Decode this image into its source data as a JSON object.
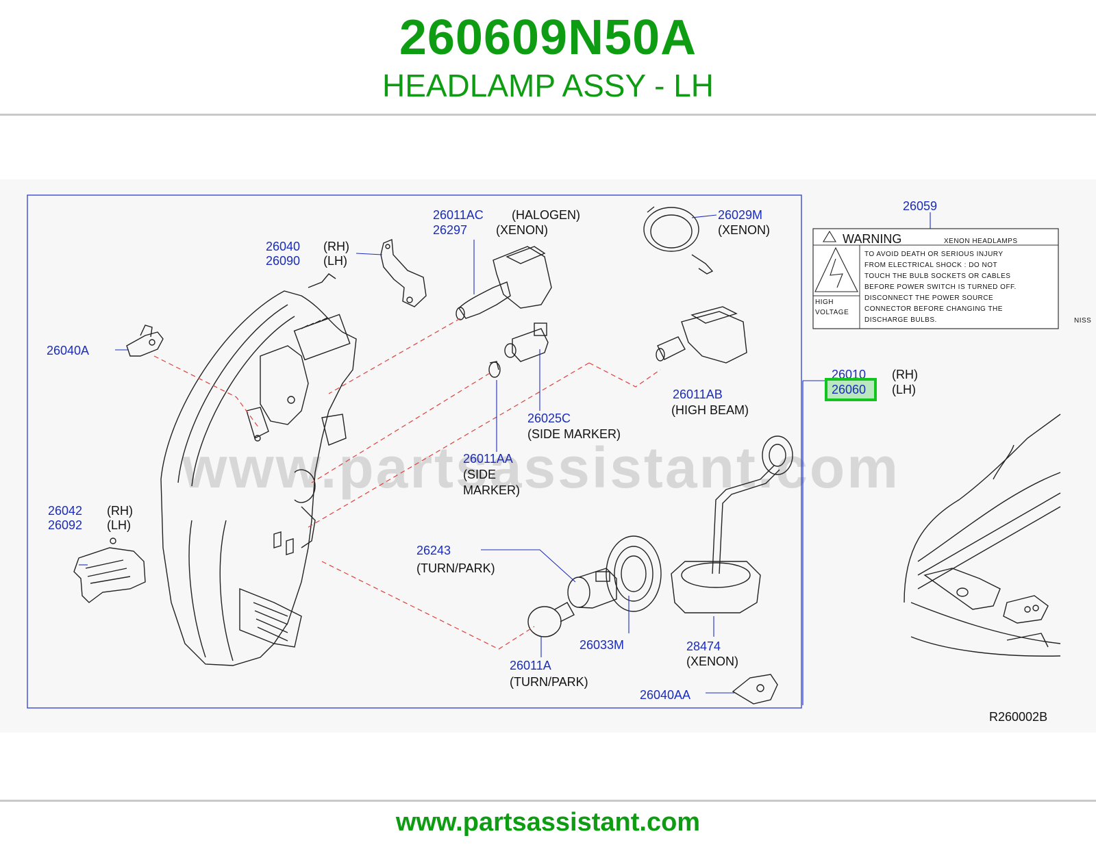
{
  "header": {
    "part_number": "260609N50A",
    "part_name": "HEADLAMP ASSY - LH"
  },
  "footer": {
    "url": "www.partsassistant.com"
  },
  "diagram": {
    "watermark": "www.partsassistant.com",
    "figure_code": "R260002B",
    "callouts": {
      "c26011AC": "26011AC",
      "c26011AC_desc": "(HALOGEN)",
      "c26297": "26297",
      "c26297_desc": "(XENON)",
      "c26029M": "26029M",
      "c26029M_desc": "(XENON)",
      "c26059": "26059",
      "c26040": "26040",
      "c26040_desc": "(RH)",
      "c26090": "26090",
      "c26090_desc": "(LH)",
      "c26040A": "26040A",
      "c26010": "26010",
      "c26010_desc": "(RH)",
      "c26060": "26060",
      "c26060_desc": "(LH)",
      "c26011AB": "26011AB",
      "c26011AB_desc": "(HIGH   BEAM)",
      "c26025C": "26025C",
      "c26025C_desc": "(SIDE   MARKER)",
      "c26011AA": "26011AA",
      "c26011AA_desc1": "(SIDE",
      "c26011AA_desc2": "MARKER)",
      "c26042": "26042",
      "c26042_desc": "(RH)",
      "c26092": "26092",
      "c26092_desc": "(LH)",
      "c26243": "26243",
      "c26243_desc": "(TURN/PARK)",
      "c26033M": "26033M",
      "c28474": "28474",
      "c28474_desc": "(XENON)",
      "c26011A": "26011A",
      "c26011A_desc": "(TURN/PARK)",
      "c26040AA": "26040AA"
    },
    "warning_label": {
      "title": "WARNING",
      "subtitle": "XENON   HEADLAMPS",
      "lines": [
        "TO   AVOID   DEATH   OR   SERIOUS   INJURY",
        "FROM   ELECTRICAL   SHOCK   :   DO   NOT",
        "TOUCH   THE   BULB   SOCKETS   OR   CABLES",
        "BEFORE   POWER   SWITCH   IS   TURNED   OFF.",
        "DISCONNECT   THE   POWER   SOURCE",
        "CONNECTOR   BEFORE   CHANGING   THE",
        "DISCHARGE   BULBS."
      ],
      "hv1": "HIGH",
      "hv2": "VOLTAGE",
      "brand_fragment": "NISS"
    }
  }
}
